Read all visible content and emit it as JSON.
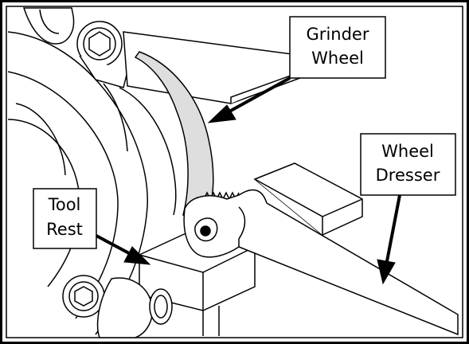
{
  "labels": {
    "grinder_wheel": [
      "Grinder",
      "Wheel"
    ],
    "wheel_dresser": [
      "Wheel",
      "Dresser"
    ],
    "tool_rest": [
      "Tool",
      "Rest"
    ]
  },
  "colors": {
    "ink": "#000000",
    "paper": "#ffffff",
    "wheel_face": "#dedede"
  }
}
